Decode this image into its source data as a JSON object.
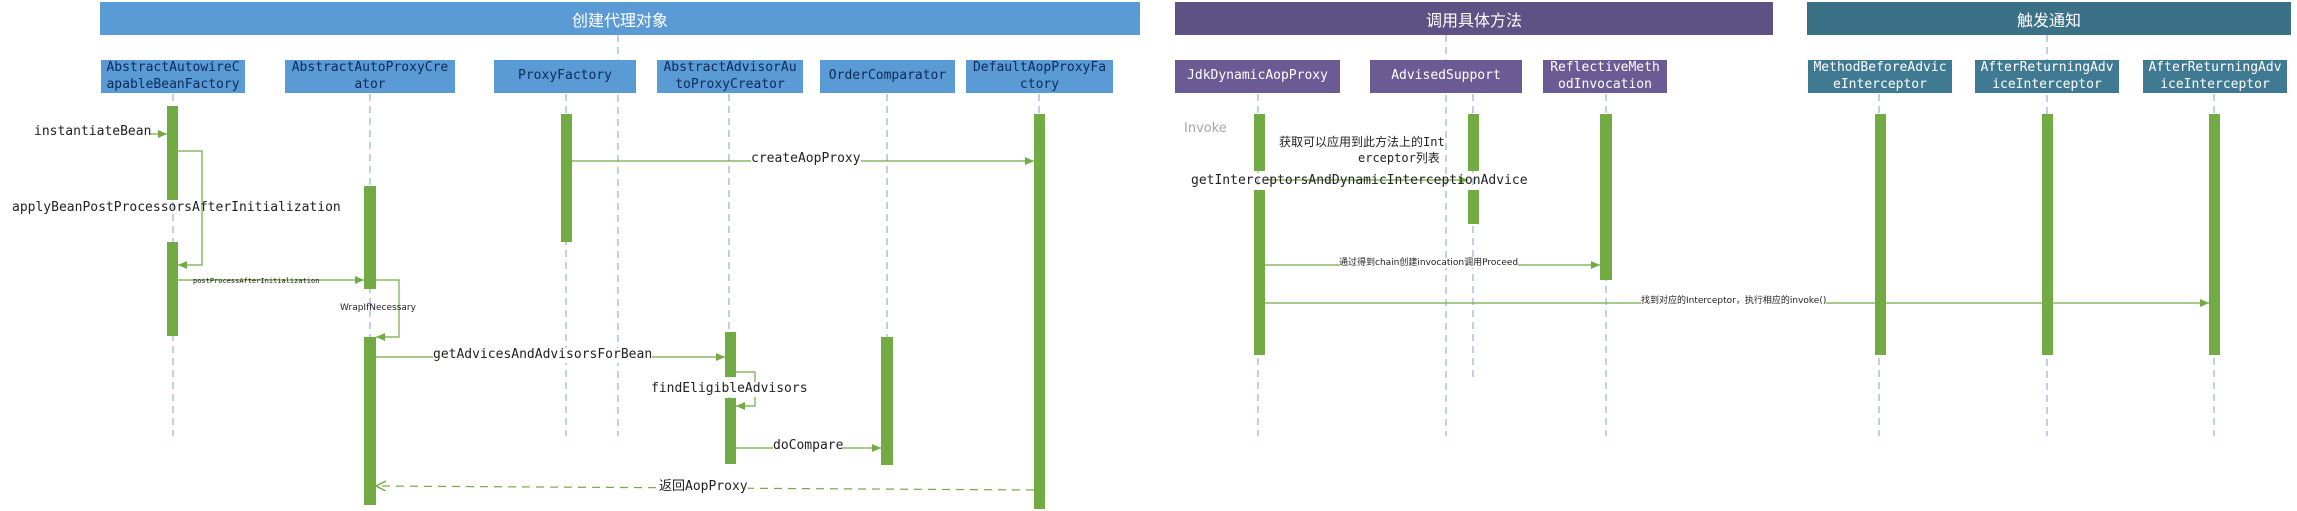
{
  "sections": [
    {
      "label": "创建代理对象",
      "color": "#5b9bd5"
    },
    {
      "label": "调用具体方法",
      "color": "#5e5184"
    },
    {
      "label": "触发通知",
      "color": "#3b7187"
    }
  ],
  "participants": [
    {
      "line1": "AbstractAutowireC",
      "line2": "apableBeanFactory",
      "color": "#5b9bd5"
    },
    {
      "line1": "AbstractAutoProxyCre",
      "line2": "ator",
      "color": "#5b9bd5"
    },
    {
      "line1": "ProxyFactory",
      "line2": "",
      "color": "#5b9bd5"
    },
    {
      "line1": "AbstractAdvisorAu",
      "line2": "toProxyCreator",
      "color": "#5b9bd5"
    },
    {
      "line1": "OrderComparator",
      "line2": "",
      "color": "#5b9bd5"
    },
    {
      "line1": "DefaultAopProxyFa",
      "line2": "ctory",
      "color": "#5b9bd5"
    },
    {
      "line1": "JdkDynamicAopProxy",
      "line2": "",
      "color": "#6a5b94"
    },
    {
      "line1": "AdvisedSupport",
      "line2": "",
      "color": "#6a5b94"
    },
    {
      "line1": "ReflectiveMeth",
      "line2": "odInvocation",
      "color": "#6a5b94"
    },
    {
      "line1": "MethodBeforeAdvic",
      "line2": "eInterceptor",
      "color": "#3f7a92"
    },
    {
      "line1": "AfterReturningAdv",
      "line2": "iceInterceptor",
      "color": "#3f7a92"
    },
    {
      "line1": "AfterReturningAdv",
      "line2": "iceInterceptor",
      "color": "#3f7a92"
    }
  ],
  "messages": {
    "instantiateBean": "instantiateBean",
    "applyBeanPostProcessors": "applyBeanPostProcessorsAfterInitialization",
    "postProcessAfter": "postProcessAfterInitialization",
    "wrapIfNecessary": "WrapIfNecessary",
    "createAopProxy": "createAopProxy",
    "getAdvicesAndAdvisors": "getAdvicesAndAdvisorsForBean",
    "findEligibleAdvisors": "findEligibleAdvisors",
    "doCompare": "doCompare",
    "returnAopProxy": "返回AopProxy",
    "invoke": "Invoke",
    "getInterceptorsNote1": "获取可以应用到此方法上的Int",
    "getInterceptorsNote2": "erceptor列表",
    "getInterceptorsMethod": "getInterceptorsAndDynamicInterceptionAdvice",
    "chainProceed": "通过得到chain创建invocation调用Proceed",
    "findInterceptor": "找到对应的Interceptor，执行相应的invoke()"
  },
  "colors": {
    "activation": "#72ab44",
    "lifeline": "#8fb4de",
    "arrow": "#72ab44"
  }
}
